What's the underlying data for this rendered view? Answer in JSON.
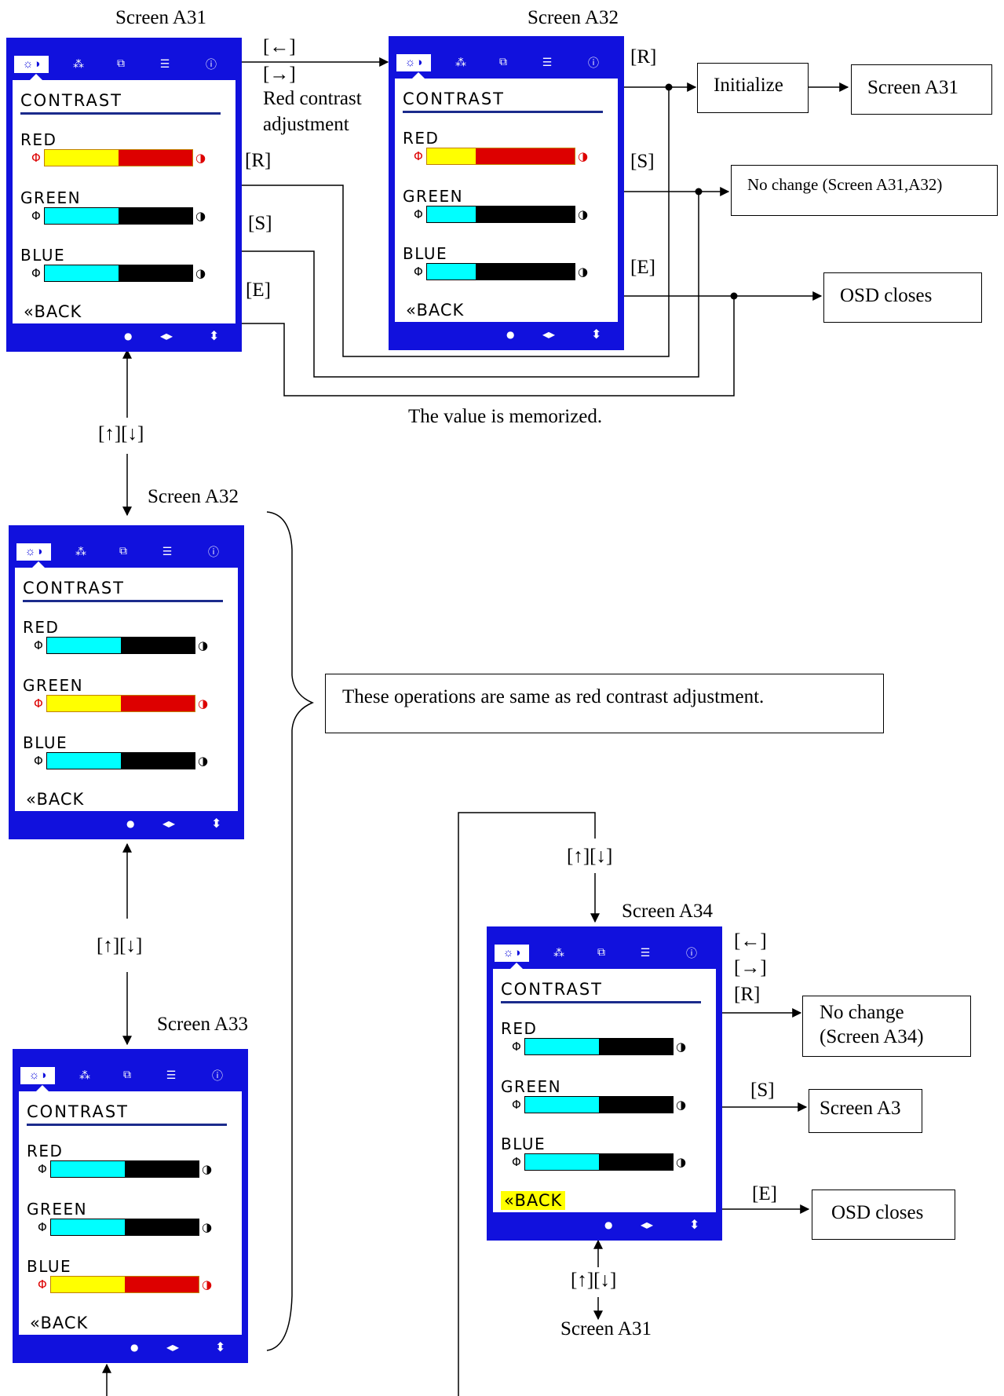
{
  "colors": {
    "osd_frame": "#1111dd",
    "bar_active_fill": "#ffff00",
    "bar_active_rest": "#dd0000",
    "bar_normal_fill": "#00ffff",
    "bar_normal_rest": "#000000",
    "back_highlight": "#ffff00"
  },
  "osd_common": {
    "contrast_title": "CONTRAST",
    "red_label": "RED",
    "green_label": "GREEN",
    "blue_label": "BLUE",
    "back_label": "«BACK",
    "tab_icons": [
      "brightness-contrast-icon",
      "color-dots-icon",
      "position-icon",
      "settings-icon",
      "info-icon"
    ],
    "tab_glyphs": [
      "☼◑",
      "⁂",
      "⧉",
      "☰",
      "ⓘ"
    ],
    "lo_glyph": "Φ",
    "hi_glyph": "◑",
    "footer_glyphs": [
      "●",
      "◂▸",
      "⬍"
    ]
  },
  "screens": [
    {
      "id": "osd-a31",
      "caption": "Screen A31",
      "active_channel": "red",
      "back_highlight": false,
      "fill_ratio": 0.5
    },
    {
      "id": "osd-a32-top",
      "caption": "Screen A32",
      "active_channel": "red",
      "back_highlight": false,
      "fill_ratio": 0.33
    },
    {
      "id": "osd-a32-left",
      "caption": "Screen A32",
      "active_channel": "green",
      "back_highlight": false,
      "fill_ratio": 0.5
    },
    {
      "id": "osd-a33",
      "caption": "Screen A33",
      "active_channel": "blue",
      "back_highlight": false,
      "fill_ratio": 0.5
    },
    {
      "id": "osd-a34",
      "caption": "Screen A34",
      "active_channel": "none",
      "back_highlight": true,
      "fill_ratio": 0.5
    }
  ],
  "keys": {
    "left": "[←]",
    "right": "[→]",
    "r": "[R]",
    "s": "[S]",
    "e": "[E]",
    "updown": "[↑][↓]"
  },
  "labels": {
    "red_contrast_adjustment_1": "Red contrast",
    "red_contrast_adjustment_2": "adjustment",
    "value_memorized": "The value is memorized.",
    "same_operations": "These operations are same as red contrast adjustment."
  },
  "boxes": {
    "initialize": "Initialize",
    "screen_a31": "Screen A31",
    "no_change_a31_a32": "No change (Screen A31,A32)",
    "osd_closes": "OSD closes",
    "no_change_a34_line1": "No change",
    "no_change_a34_line2": "(Screen A34)",
    "screen_a3": "Screen A3",
    "osd_closes_2": "OSD closes"
  },
  "bottom_caption": "Screen A31"
}
